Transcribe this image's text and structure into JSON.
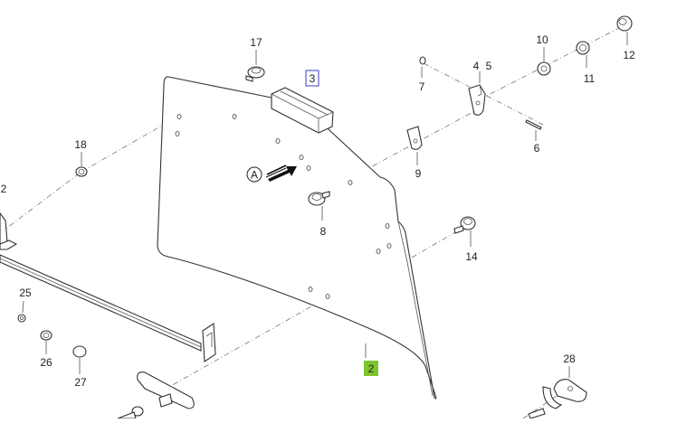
{
  "diagram": {
    "callouts": [
      {
        "id": "2",
        "label": "2",
        "style": "highlight-green"
      },
      {
        "id": "2b",
        "label": "2",
        "style": "plain"
      },
      {
        "id": "3",
        "label": "3",
        "style": "highlight-blue-box"
      },
      {
        "id": "4",
        "label": "4",
        "style": "plain"
      },
      {
        "id": "5",
        "label": "5",
        "style": "plain"
      },
      {
        "id": "6",
        "label": "6",
        "style": "plain"
      },
      {
        "id": "7",
        "label": "7",
        "style": "plain"
      },
      {
        "id": "8",
        "label": "8",
        "style": "plain"
      },
      {
        "id": "9",
        "label": "9",
        "style": "plain"
      },
      {
        "id": "10",
        "label": "10",
        "style": "plain"
      },
      {
        "id": "11",
        "label": "11",
        "style": "plain"
      },
      {
        "id": "12",
        "label": "12",
        "style": "plain"
      },
      {
        "id": "14",
        "label": "14",
        "style": "plain"
      },
      {
        "id": "17",
        "label": "17",
        "style": "plain"
      },
      {
        "id": "18",
        "label": "18",
        "style": "plain"
      },
      {
        "id": "25",
        "label": "25",
        "style": "plain"
      },
      {
        "id": "26",
        "label": "26",
        "style": "plain"
      },
      {
        "id": "27",
        "label": "27",
        "style": "plain"
      },
      {
        "id": "28",
        "label": "28",
        "style": "plain"
      }
    ],
    "view_marker": "A",
    "colors": {
      "highlight_green": "#7dc52e",
      "highlight_blue_border": "#5b5bd6",
      "line": "#333333"
    }
  }
}
